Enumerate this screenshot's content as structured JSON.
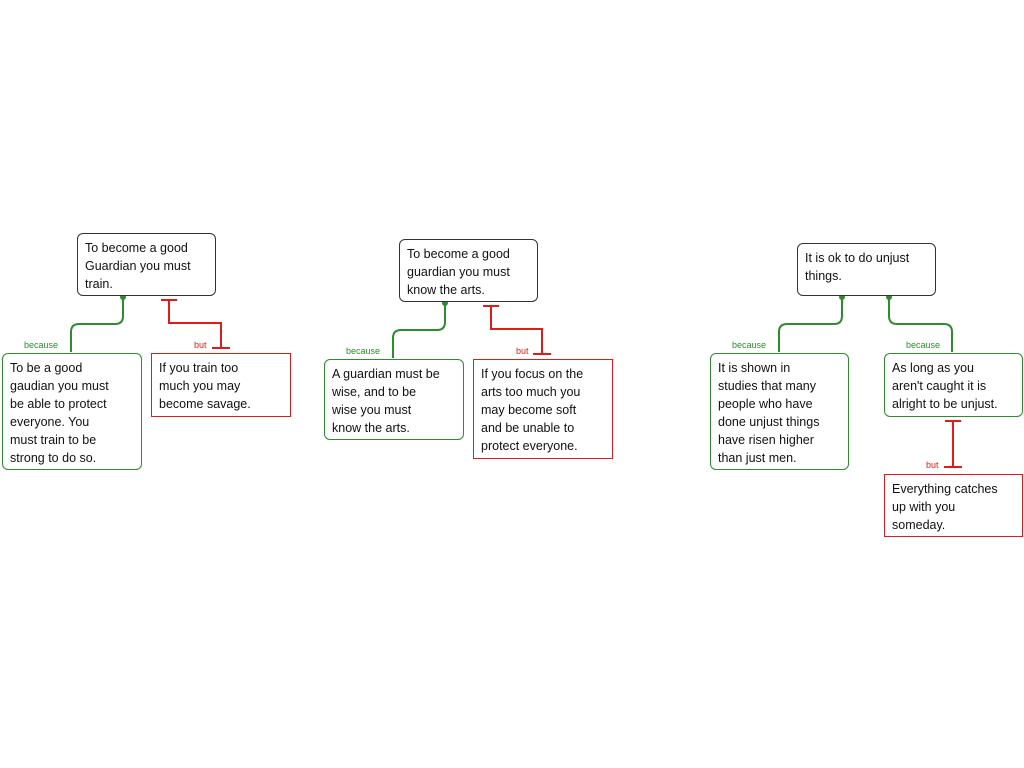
{
  "colors": {
    "support": "#2e8b2e",
    "oppose": "#e01b1b",
    "claim_border": "#333333"
  },
  "maps": [
    {
      "claim": "To become a good\nGuardian you must\ntrain.",
      "reason": "To be a good\ngaudian you must\nbe able to protect\neveryone.  You\nmust train to be\nstrong to do so.",
      "reason_connector": "because",
      "objection": "If you train too\nmuch you may\nbecome savage.",
      "objection_connector": "but"
    },
    {
      "claim": "To become a good\nguardian you must\nknow the arts.",
      "reason": "A guardian must be\nwise, and to be\nwise you must\nknow the arts.",
      "reason_connector": "because",
      "objection": "If you focus on the\narts too much you\nmay become soft\nand be unable to\nprotect everyone.",
      "objection_connector": "but"
    },
    {
      "claim": "It is ok to do unjust\nthings.",
      "reason1": "It is shown in\nstudies that many\npeople who have\ndone unjust things\nhave risen higher\nthan just men.",
      "reason1_connector": "because",
      "reason2": "As long as you\naren't caught it is\nalright to be unjust.",
      "reason2_connector": "because",
      "objection": "Everything catches\nup with you\nsomeday.",
      "objection_connector": "but"
    }
  ]
}
